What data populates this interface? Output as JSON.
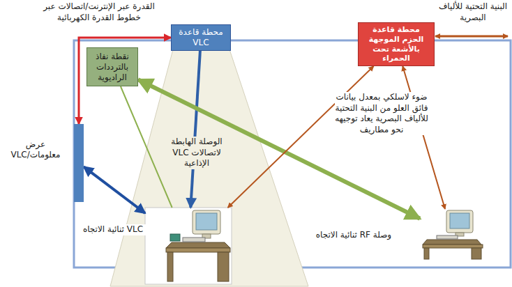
{
  "diagram": {
    "nodes": [
      {
        "text": [
          "محطة قاعدة VLC"
        ]
      },
      {
        "text": [
          "محطة قاعدة الحزم الموجهة بالأشعة تحت الحمراء"
        ]
      },
      {
        "text": [
          "نقطة نفاذ بالترددات الراديوية"
        ]
      },
      {
        "text": [
          "عرض معلومات/VLC"
        ]
      },
      {
        "text": []
      },
      {
        "text": []
      }
    ],
    "edges": [
      {
        "from": 3,
        "to": 0,
        "arrow": "both",
        "label": "القدرة عبر الإنترنت/اتصالات عبر خطوط القدرة الكهربائية"
      },
      {
        "from": 0,
        "to": 4,
        "arrow": "to",
        "label": "الوصلة الهابطة لاتصالات VLC الإذاعية"
      },
      {
        "from": 3,
        "to": 4,
        "arrow": "both",
        "label": "VLC ثنائية الاتجاه"
      },
      {
        "from": 2,
        "to": 4,
        "arrow": "none"
      },
      {
        "from": 2,
        "to": 5,
        "arrow": "both",
        "label": "وصلة RF ثنائية الاتجاه"
      },
      {
        "from": 1,
        "to": 4,
        "arrow": "both"
      },
      {
        "from": 1,
        "to": 5,
        "arrow": "both"
      }
    ],
    "labels": [
      "البنية التحتية للألياف البصرية",
      "ضوء لاسلكي بمعدل بيانات فائق العلو من البنية التحتية للألياف البصرية يعاد توجيهه نحو مطاريف"
    ]
  }
}
